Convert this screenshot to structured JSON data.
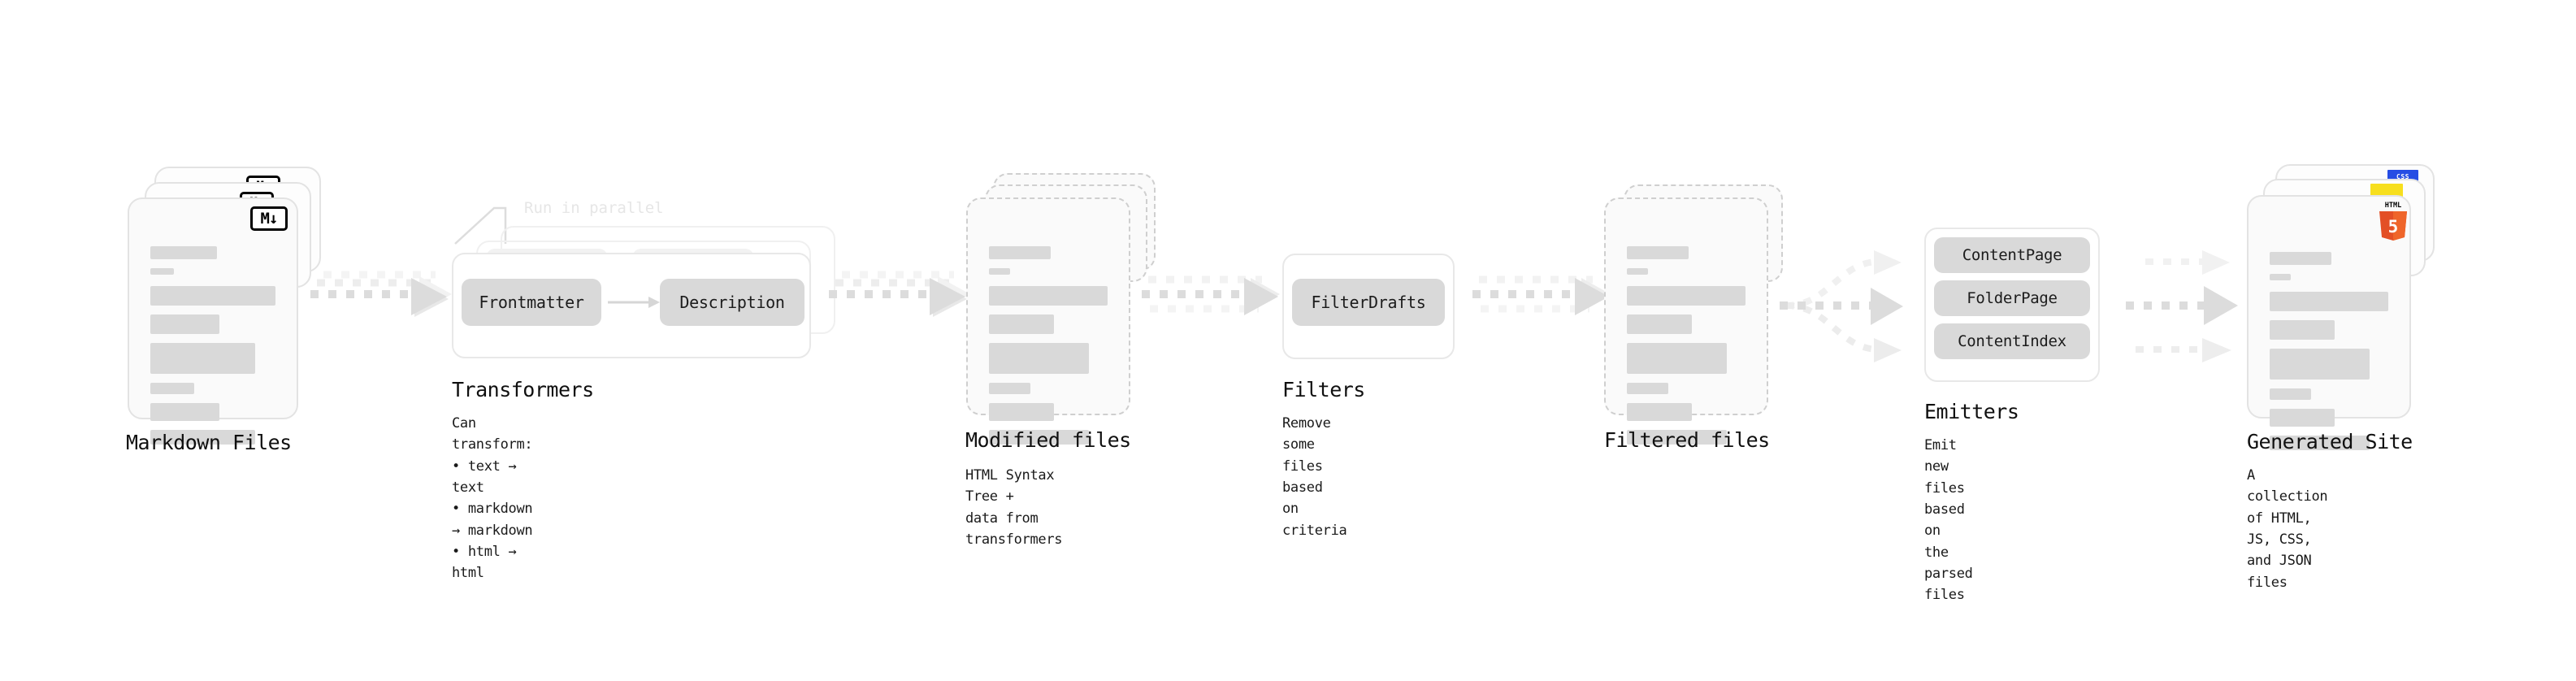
{
  "diagram": {
    "name": "Static site generator pipeline",
    "background": "#ffffff",
    "accent_gray": "#d9d9d9",
    "border_gray": "#e3e3e3",
    "arrow_gray": "#d6d6d6",
    "text_color": "#101010",
    "ghost_text_color": "#e6e6e6"
  },
  "stages": [
    {
      "id": "markdown-files",
      "title": "Markdown Files",
      "subtitle": "",
      "icon": "markdown-badge",
      "icon_label": "M↓"
    },
    {
      "id": "transformers",
      "title": "Transformers",
      "subtitle": "Can transform:\n • text → text\n • markdown → markdown\n • html → html",
      "note": "Run in parallel",
      "chips": [
        "Frontmatter",
        "Description"
      ]
    },
    {
      "id": "modified-files",
      "title": "Modified files",
      "subtitle": "HTML Syntax Tree +\ndata from transformers"
    },
    {
      "id": "filters",
      "title": "Filters",
      "subtitle": "Remove some files based\non criteria",
      "chips": [
        "FilterDrafts"
      ]
    },
    {
      "id": "filtered-files",
      "title": "Filtered files",
      "subtitle": ""
    },
    {
      "id": "emitters",
      "title": "Emitters",
      "subtitle": "Emit new files based on\nthe parsed files",
      "chips": [
        "ContentPage",
        "FolderPage",
        "ContentIndex"
      ]
    },
    {
      "id": "generated-site",
      "title": "Generated Site",
      "subtitle": "A collection of HTML,\nJS, CSS, and JSON files",
      "icons": [
        "html5-badge",
        "css-badge",
        "js-badge"
      ],
      "icon_labels": {
        "css": "CSS",
        "html5_top": "HTML",
        "html5_num": "5"
      }
    }
  ],
  "labels": {
    "markdown_files": "Markdown Files",
    "transformers": "Transformers",
    "transformers_sub": "Can transform:\n • text → text\n • markdown → markdown\n • html → html",
    "run_in_parallel": "Run in parallel",
    "chip_frontmatter": "Frontmatter",
    "chip_description": "Description",
    "modified_files": "Modified files",
    "modified_files_sub": "HTML Syntax Tree +\ndata from transformers",
    "filters": "Filters",
    "filters_sub": "Remove some files based\non criteria",
    "chip_filterdrafts": "FilterDrafts",
    "filtered_files": "Filtered files",
    "emitters": "Emitters",
    "emitters_sub": "Emit new files based on\nthe parsed files",
    "chip_contentpage": "ContentPage",
    "chip_folderpage": "FolderPage",
    "chip_contentindex": "ContentIndex",
    "generated_site": "Generated Site",
    "generated_site_sub": "A collection of HTML,\nJS, CSS, and JSON files",
    "md_badge_text": "M↓",
    "css_badge_text": "CSS",
    "html5_badge_top": "HTML",
    "html5_badge_num": "5"
  }
}
